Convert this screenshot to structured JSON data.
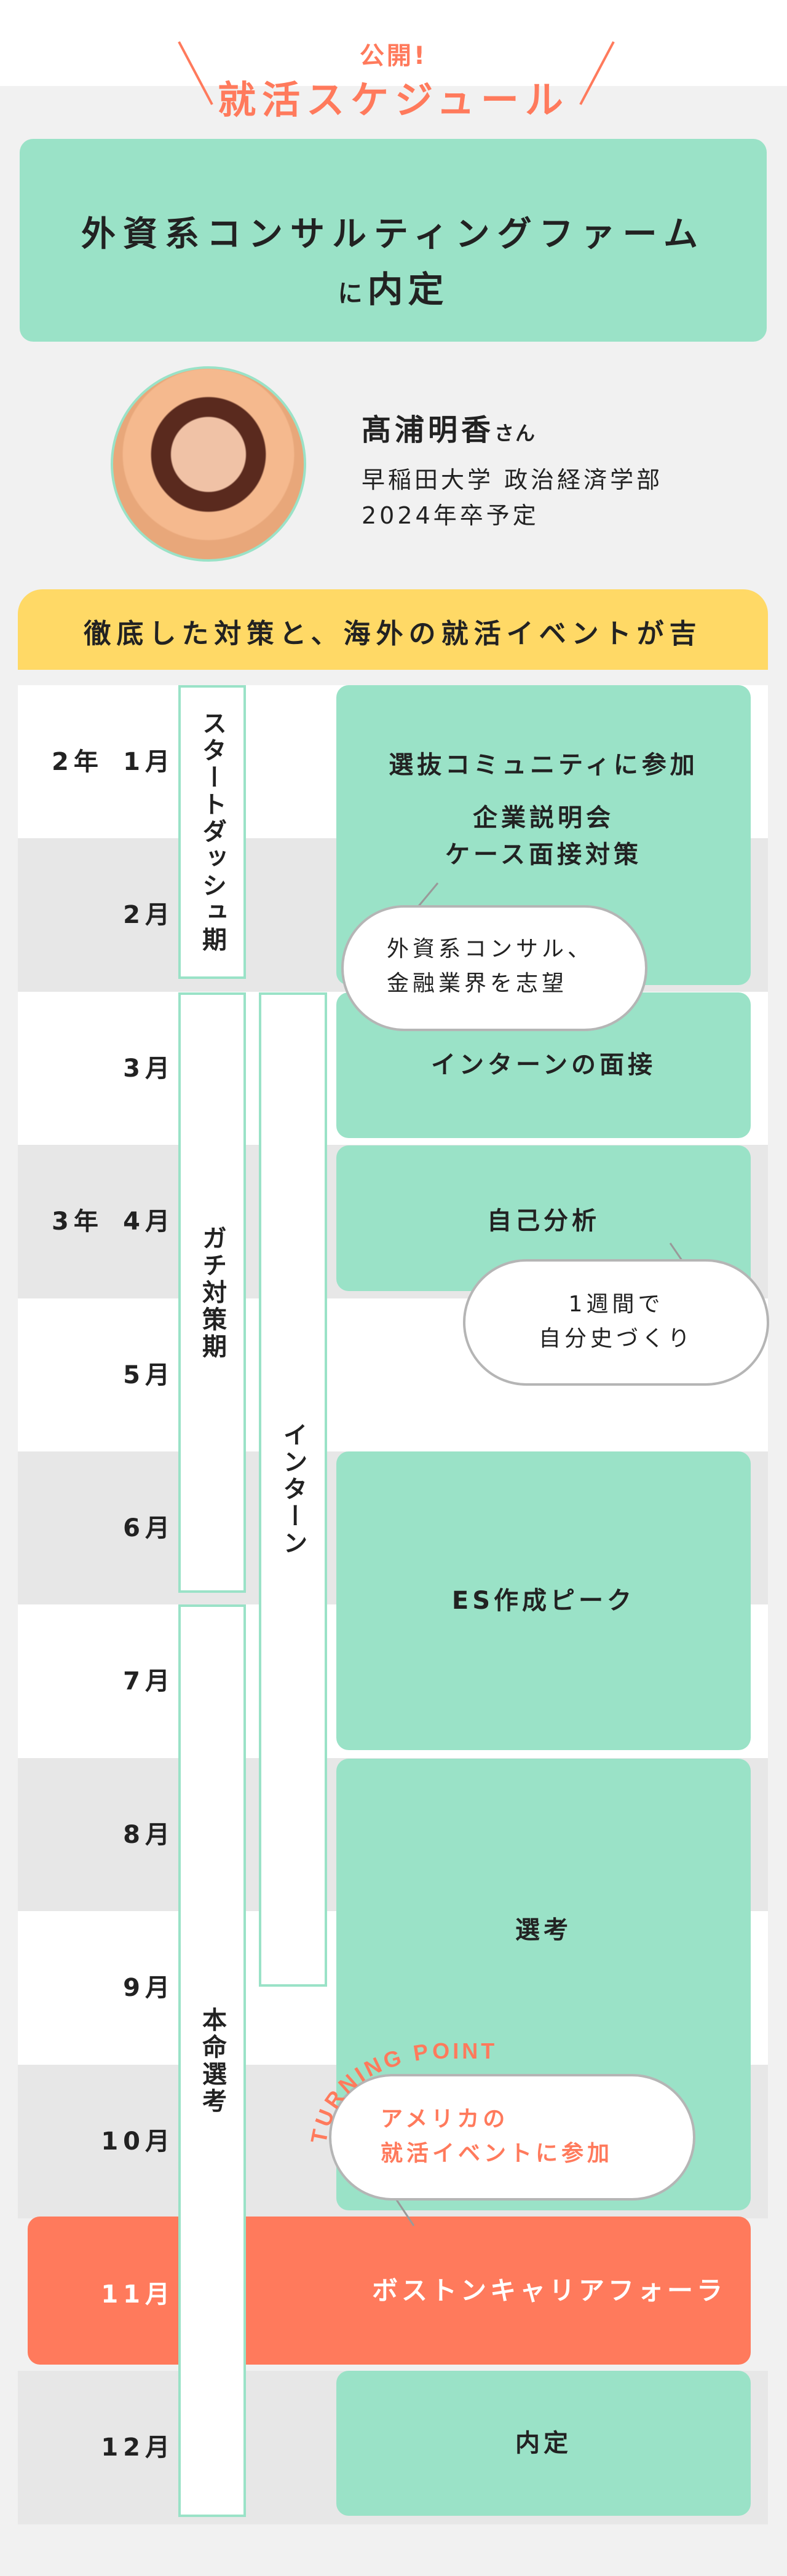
{
  "header": {
    "kicker": "公開!",
    "title": "就活スケジュール"
  },
  "hero": {
    "line1": "外資系コンサルティングファーム",
    "line2_small": "に",
    "line2": "内定"
  },
  "profile": {
    "name": "髙浦明香",
    "honorific": "さん",
    "school": "早稲田大学 政治経済学部",
    "graduation": "2024年卒予定"
  },
  "banner": "徹底した対策と、海外の就活イベントが吉",
  "months": [
    {
      "year": "2年",
      "month": "1月"
    },
    {
      "month": "2月"
    },
    {
      "month": "3月"
    },
    {
      "year": "3年",
      "month": "4月"
    },
    {
      "month": "5月"
    },
    {
      "month": "6月"
    },
    {
      "month": "7月"
    },
    {
      "month": "8月"
    },
    {
      "month": "9月"
    },
    {
      "month": "10月"
    },
    {
      "month": "11月"
    },
    {
      "month": "12月"
    }
  ],
  "periods": [
    "スタートダッシュ期",
    "ガチ対策期",
    "インターン",
    "本命選考"
  ],
  "events": {
    "e1a": "選抜コミュニティに参加",
    "e1b": "企業説明会",
    "e1c": "ケース面接対策",
    "e2": "インターンの面接",
    "e3": "自己分析",
    "e4": "ES作成ピーク",
    "e5": "選考",
    "e6": "ボストンキャリアフォーラム",
    "e7": "内定"
  },
  "bubbles": {
    "b1a": "外資系コンサル、",
    "b1b": "金融業界を志望",
    "b2a": "1週間で",
    "b2b": "自分史づくり",
    "b3a": "アメリカの",
    "b3b": "就活イベントに参加",
    "turning": "TURNING POINT"
  },
  "colors": {
    "mint": "#9ae2c7",
    "coral": "#ff7a5c",
    "yellow": "#ffd966"
  }
}
